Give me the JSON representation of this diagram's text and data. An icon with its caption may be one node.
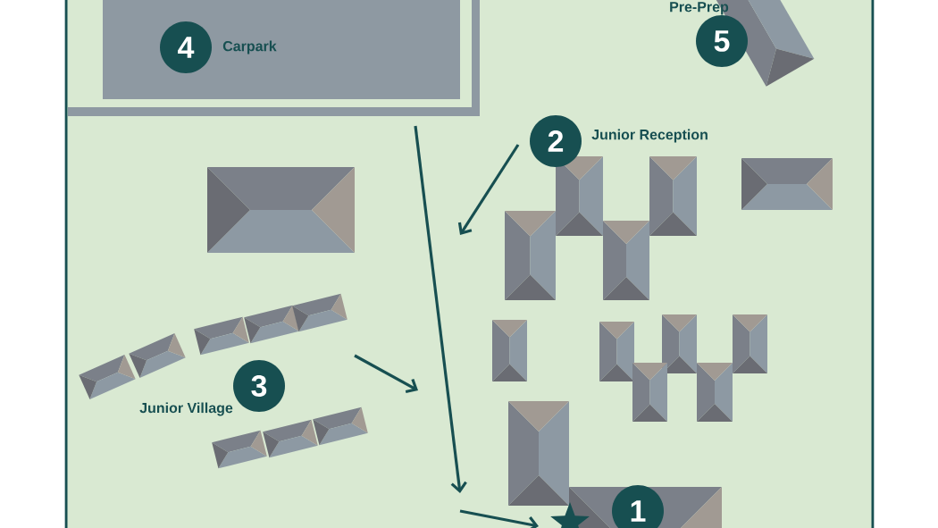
{
  "diagram": {
    "nodes": [
      {
        "text": [
          "4"
        ],
        "beside": [
          "Carpark"
        ]
      },
      {
        "text": [
          "5"
        ],
        "beside": [
          "Pre-Prep"
        ]
      },
      {
        "text": [
          "2"
        ],
        "beside": [
          "Junior Reception"
        ]
      },
      {
        "text": [
          "3"
        ],
        "beside": [
          "Junior Village"
        ]
      },
      {
        "text": [
          "1"
        ]
      }
    ]
  }
}
